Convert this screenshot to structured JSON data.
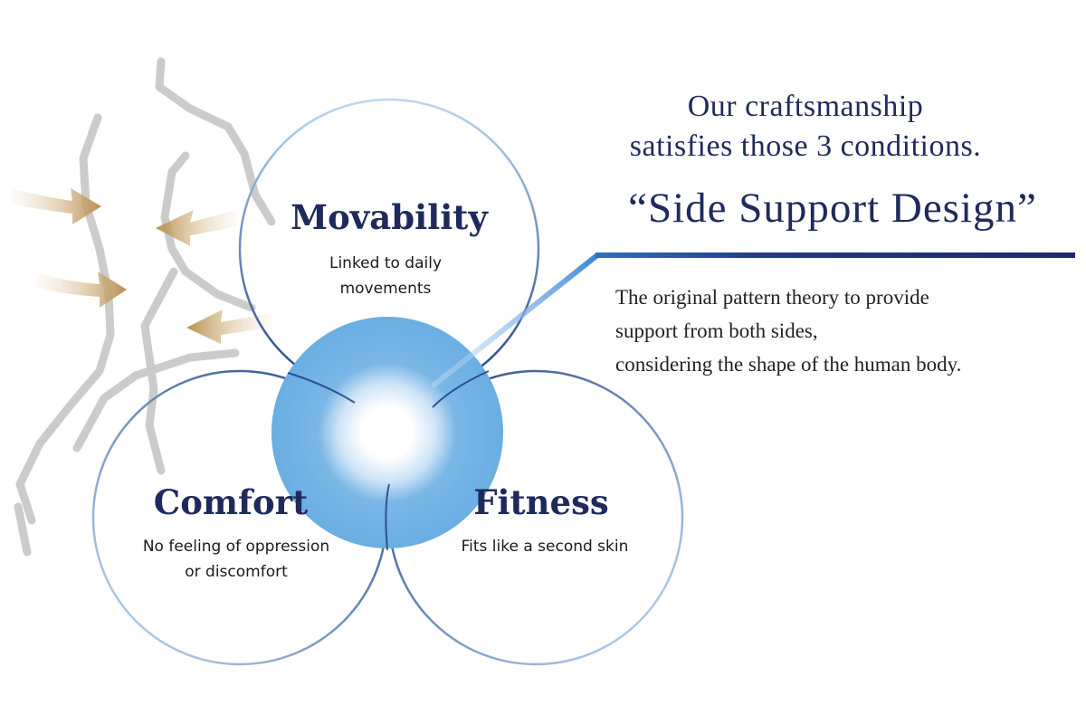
{
  "headline": {
    "line1": "Our craftsmanship",
    "line2": "satisfies those 3 conditions."
  },
  "design_name": "“Side Support Design”",
  "description": {
    "line1": "The original pattern theory to provide",
    "line2": "support from both sides,",
    "line3": "considering the shape of the human body."
  },
  "conditions": {
    "movability": {
      "title": "Movability",
      "sub_line1": "Linked to daily",
      "sub_line2": "movements"
    },
    "comfort": {
      "title": "Comfort",
      "sub_line1": "No feeling of oppression",
      "sub_line2": "or discomfort"
    },
    "fitness": {
      "title": "Fitness",
      "sub_line1": "Fits like a second skin"
    }
  },
  "colors": {
    "navy": "#1f2a5c",
    "center_blue": "#6fb1e4",
    "ring_blue": "#3f86cf",
    "arrow_gold": "#c6a367",
    "body_gray": "#c9c9c9"
  },
  "icons": {
    "arrows": "support-arrow-icon",
    "body": "body-silhouette-icon"
  }
}
